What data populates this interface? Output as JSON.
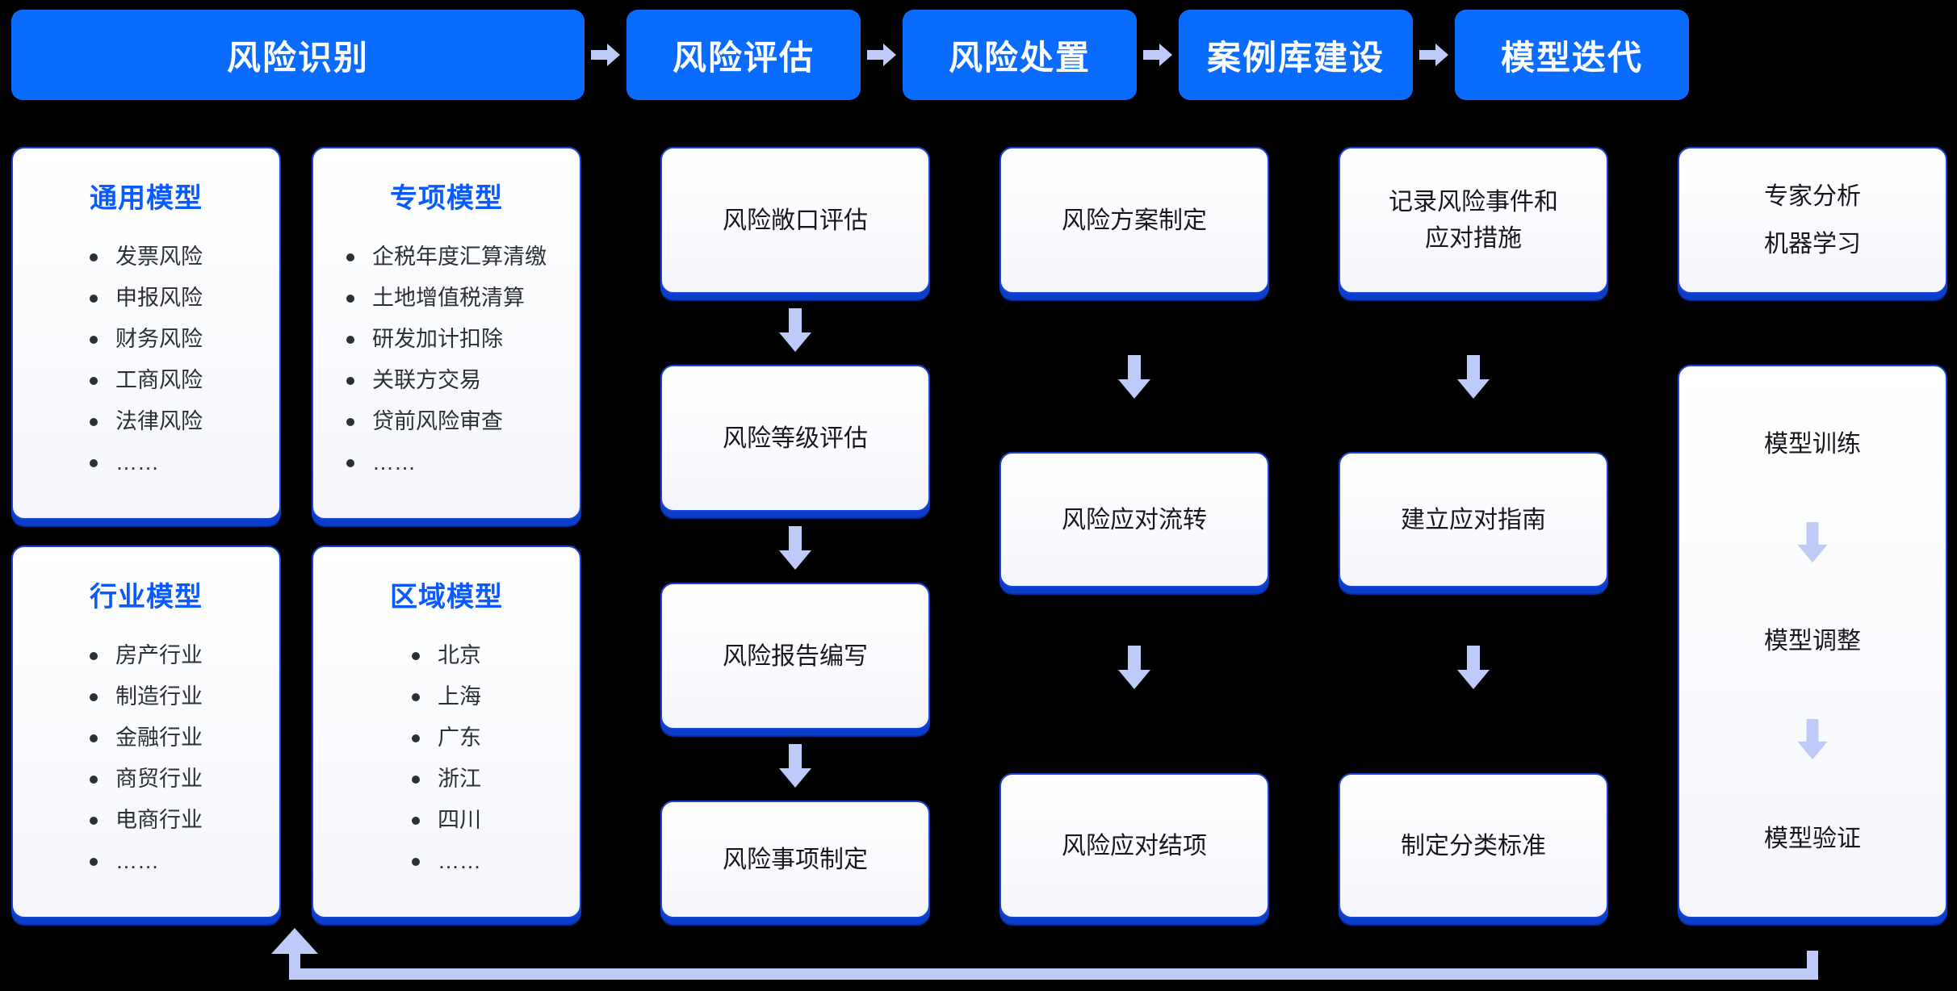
{
  "accent": {
    "phase_blue": "#0a6bff",
    "card_border": "#1a44d6",
    "card_shadow": "#0b3ecb",
    "arrow_blue": "#becbf9",
    "title_blue": "#0a5bff",
    "background": "#000000"
  },
  "phases": [
    {
      "label": "风险识别"
    },
    {
      "label": "风险评估"
    },
    {
      "label": "风险处置"
    },
    {
      "label": "案例库建设"
    },
    {
      "label": "模型迭代"
    }
  ],
  "phase_separator_icon": "arrow-right-icon",
  "identification": {
    "cards": [
      {
        "title": "通用模型",
        "items": [
          "发票风险",
          "申报风险",
          "财务风险",
          "工商风险",
          "法律风险",
          "……"
        ]
      },
      {
        "title": "专项模型",
        "items": [
          "企税年度汇算清缴",
          "土地增值税清算",
          "研发加计扣除",
          "关联方交易",
          "贷前风险审查",
          "……"
        ]
      },
      {
        "title": "行业模型",
        "items": [
          "房产行业",
          "制造行业",
          "金融行业",
          "商贸行业",
          "电商行业",
          "……"
        ]
      },
      {
        "title": "区域模型",
        "items": [
          "北京",
          "上海",
          "广东",
          "浙江",
          "四川",
          "……"
        ]
      }
    ]
  },
  "assessment": {
    "steps": [
      "风险敞口评估",
      "风险等级评估",
      "风险报告编写",
      "风险事项制定"
    ]
  },
  "disposal": {
    "steps": [
      "风险方案制定",
      "风险应对流转",
      "风险应对结项"
    ]
  },
  "case_library": {
    "steps": [
      "记录风险事件和\n应对措施",
      "建立应对指南",
      "制定分类标准"
    ]
  },
  "iteration": {
    "methods": [
      "专家分析",
      "机器学习"
    ],
    "loop_steps": [
      "模型训练",
      "模型调整",
      "模型验证"
    ]
  },
  "feedback_loop": {
    "icon": "feedback-loop-arrow-icon"
  }
}
